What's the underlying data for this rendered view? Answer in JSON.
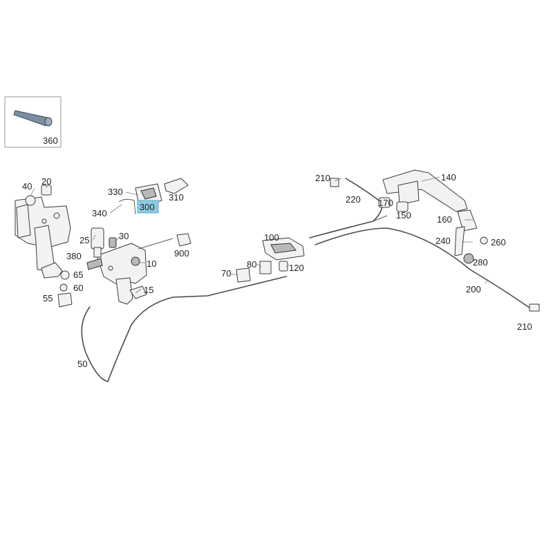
{
  "callouts": [
    {
      "id": "360",
      "label": "360"
    },
    {
      "id": "40",
      "label": "40"
    },
    {
      "id": "20",
      "label": "20"
    },
    {
      "id": "330",
      "label": "330"
    },
    {
      "id": "310",
      "label": "310"
    },
    {
      "id": "300",
      "label": "300",
      "highlighted": true
    },
    {
      "id": "340",
      "label": "340"
    },
    {
      "id": "25",
      "label": "25"
    },
    {
      "id": "30",
      "label": "30"
    },
    {
      "id": "380",
      "label": "380"
    },
    {
      "id": "10",
      "label": "10"
    },
    {
      "id": "900",
      "label": "900"
    },
    {
      "id": "65",
      "label": "65"
    },
    {
      "id": "60",
      "label": "60"
    },
    {
      "id": "55",
      "label": "55"
    },
    {
      "id": "15",
      "label": "15"
    },
    {
      "id": "50",
      "label": "50"
    },
    {
      "id": "70",
      "label": "70"
    },
    {
      "id": "80",
      "label": "80"
    },
    {
      "id": "100",
      "label": "100"
    },
    {
      "id": "120",
      "label": "120"
    },
    {
      "id": "210a",
      "label": "210"
    },
    {
      "id": "220",
      "label": "220"
    },
    {
      "id": "170",
      "label": "170"
    },
    {
      "id": "150",
      "label": "150"
    },
    {
      "id": "140",
      "label": "140"
    },
    {
      "id": "160",
      "label": "160"
    },
    {
      "id": "240",
      "label": "240"
    },
    {
      "id": "260",
      "label": "260"
    },
    {
      "id": "280",
      "label": "280"
    },
    {
      "id": "200",
      "label": "200"
    },
    {
      "id": "210b",
      "label": "210"
    }
  ],
  "colors": {
    "highlight": "#8ecbe6",
    "line": "#3a3a3a",
    "text": "#1f1f1f"
  }
}
